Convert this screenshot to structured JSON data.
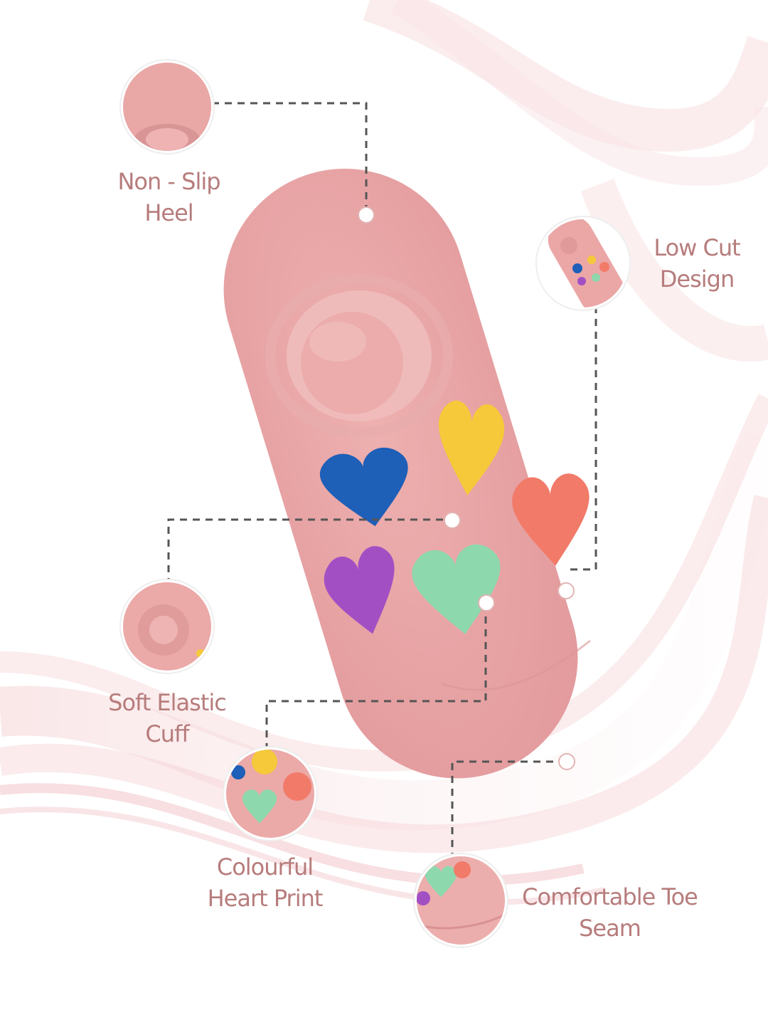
{
  "features": {
    "heel": {
      "line1": "Non - Slip",
      "line2": "Heel",
      "icon": "heel-closeup"
    },
    "low_cut": {
      "line1": "Low Cut",
      "line2": "Design",
      "icon": "sock-closeup"
    },
    "cuff": {
      "line1": "Soft Elastic",
      "line2": "Cuff",
      "icon": "cuff-closeup"
    },
    "heart_print": {
      "line1": "Colourful",
      "line2": "Heart Print",
      "icon": "hearts-closeup"
    },
    "toe_seam": {
      "line1": "Comfortable Toe",
      "line2": "Seam",
      "icon": "toe-closeup"
    }
  },
  "colors": {
    "sock": "#eaa3a3",
    "label_text": "#b77c7c",
    "heart_blue": "#1e5fb8",
    "heart_yellow": "#f5c93a",
    "heart_coral": "#f27a68",
    "heart_purple": "#a34fc4",
    "heart_mint": "#8ed8ad"
  }
}
